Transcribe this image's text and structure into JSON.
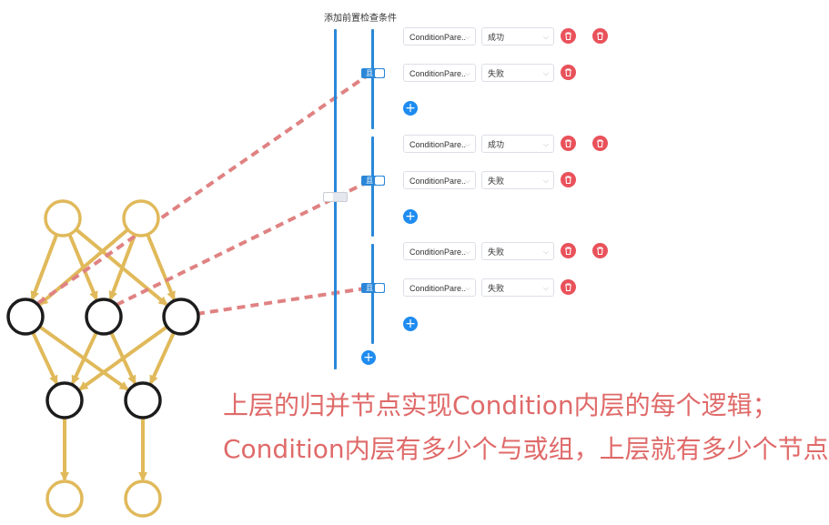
{
  "panel": {
    "title": "添加前置检查条件",
    "groups": [
      {
        "rows": [
          {
            "field": "ConditionPare..",
            "value": "成功",
            "group_delete": true
          },
          {
            "field": "ConditionPare..",
            "value": "失败",
            "group_delete": false
          }
        ],
        "toggle_label": "且"
      },
      {
        "rows": [
          {
            "field": "ConditionPare..",
            "value": "成功",
            "group_delete": true
          },
          {
            "field": "ConditionPare..",
            "value": "失败",
            "group_delete": false
          }
        ],
        "toggle_label": "且"
      },
      {
        "rows": [
          {
            "field": "ConditionPare..",
            "value": "失败",
            "group_delete": true
          },
          {
            "field": "ConditionPare..",
            "value": "失败",
            "group_delete": false
          }
        ],
        "toggle_label": "且"
      }
    ]
  },
  "captions": {
    "line1": "上层的归并节点实现Condition内层的每个逻辑；",
    "line2": "Condition内层有多少个与或组，上层就有多少个节点"
  },
  "colors": {
    "node_gold": "#e0b95a",
    "node_black": "#1c1c1c",
    "arrow_gold": "#e0b95a",
    "dashed_link": "#e08282",
    "bar_blue": "#2a87d8",
    "add_blue": "#1e8cf0",
    "delete_red": "#e9525b",
    "caption_red": "#e06a6a"
  },
  "icons": {
    "delete": "trash-icon",
    "add": "plus-icon",
    "dropdown": "chevron-down-icon"
  }
}
